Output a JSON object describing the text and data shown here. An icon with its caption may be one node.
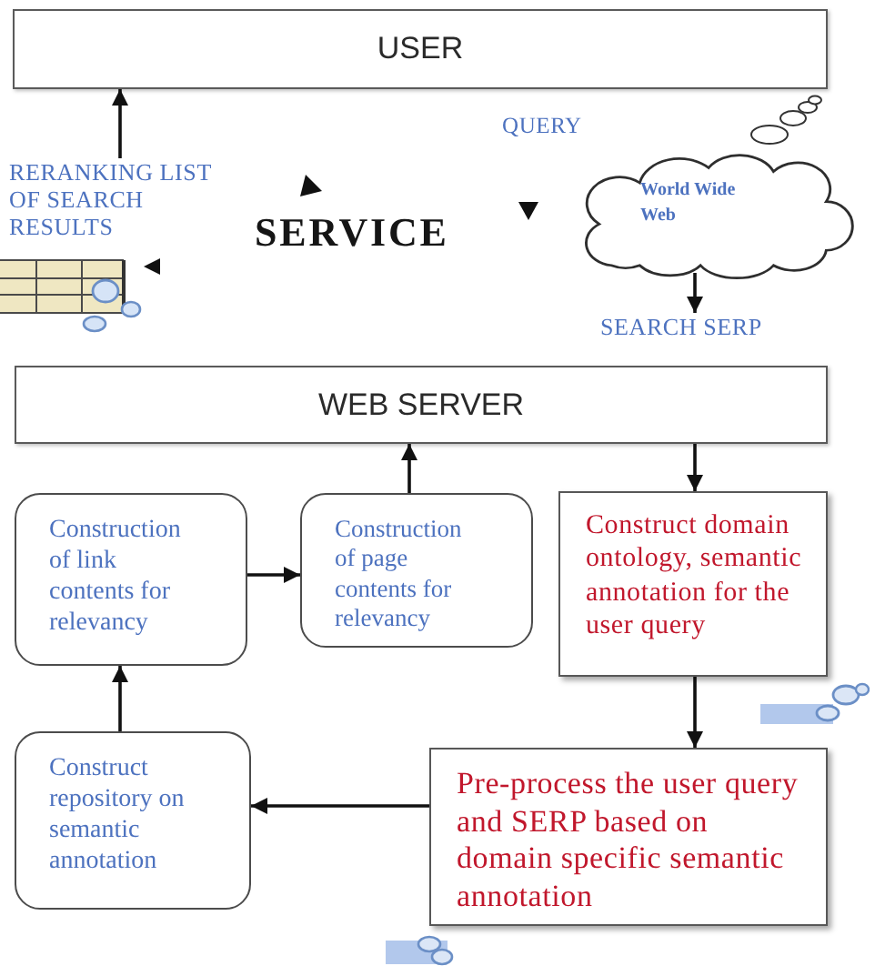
{
  "diagram": {
    "nodes": [
      {
        "text": [
          "USER"
        ]
      },
      {
        "text": [
          "RERANKING LIST OF SEARCH RESULTS"
        ]
      },
      {
        "text": [
          "World Wide Web"
        ]
      },
      {
        "text": [
          "SEARCH SERP"
        ]
      },
      {
        "text": [
          "WEB SERVER"
        ]
      },
      {
        "text": [
          "Construction of link contents for relevancy"
        ]
      },
      {
        "text": [
          "Construction of page contents for relevancy"
        ]
      },
      {
        "text": [
          "Construct domain ontology, semantic annotation for the user query"
        ]
      },
      {
        "text": [
          "Construct repository on semantic annotation"
        ]
      },
      {
        "text": [
          "Pre-process the user query and SERP based on domain specific semantic annotation"
        ]
      }
    ],
    "edges": [
      {
        "from": 1,
        "to": 0,
        "arrow": "to"
      },
      {
        "from": 2,
        "to": 3,
        "arrow": "to"
      },
      {
        "from": 6,
        "to": 4,
        "arrow": "to"
      },
      {
        "from": 4,
        "to": 7,
        "arrow": "to"
      },
      {
        "from": 5,
        "to": 6,
        "arrow": "to"
      },
      {
        "from": 7,
        "to": 9,
        "arrow": "to"
      },
      {
        "from": 9,
        "to": 8,
        "arrow": "to"
      },
      {
        "from": 8,
        "to": 5,
        "arrow": "to"
      }
    ],
    "labels": [
      "QUERY",
      "SERVICE"
    ]
  }
}
